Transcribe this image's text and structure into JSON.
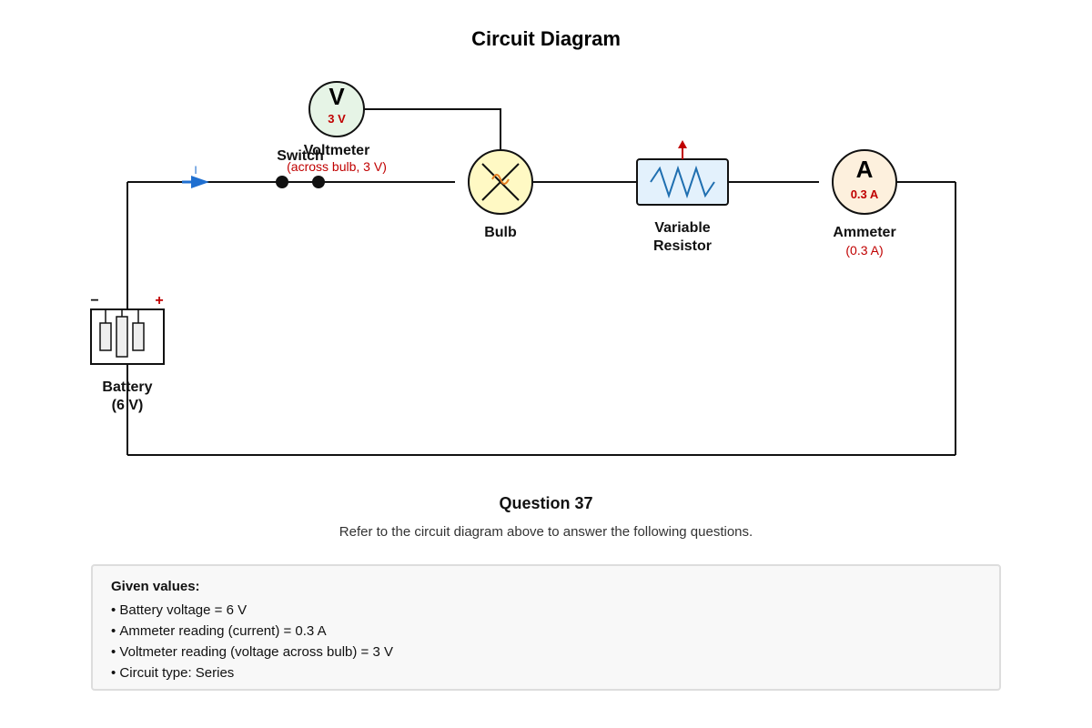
{
  "diagram": {
    "title": "Circuit Diagram",
    "current_label": "I",
    "switch_label": "Switch",
    "voltmeter": {
      "symbol": "V",
      "reading": "3 V",
      "label": "Voltmeter",
      "note": "(across bulb, 3 V)"
    },
    "bulb_label": "Bulb",
    "resistor_label_line1": "Variable",
    "resistor_label_line2": "Resistor",
    "ammeter": {
      "symbol": "A",
      "reading": "0.3 A",
      "label": "Ammeter",
      "note": "(0.3 A)"
    },
    "battery": {
      "minus": "−",
      "plus": "+",
      "label_line1": "Battery",
      "label_line2": "(6 V)"
    }
  },
  "question": {
    "title": "Question 37",
    "instruction": "Refer to the circuit diagram above to answer the following questions."
  },
  "given": {
    "heading": "Given values:",
    "items": [
      "Battery voltage = 6 V",
      "Ammeter reading (current) = 0.3 A",
      "Voltmeter reading (voltage across bulb) = 3 V",
      "Circuit type: Series"
    ]
  },
  "colors": {
    "wire": "#111111",
    "accent_red": "#c00000",
    "current_arrow": "#1f6fd0",
    "voltmeter_fill": "#e6f4e6",
    "ammeter_fill": "#fdf0dd",
    "bulb_fill": "#fff9c4",
    "resistor_fill": "#e3f1fc",
    "resistor_zigzag": "#1f6fb0",
    "filament": "#e67e22"
  }
}
